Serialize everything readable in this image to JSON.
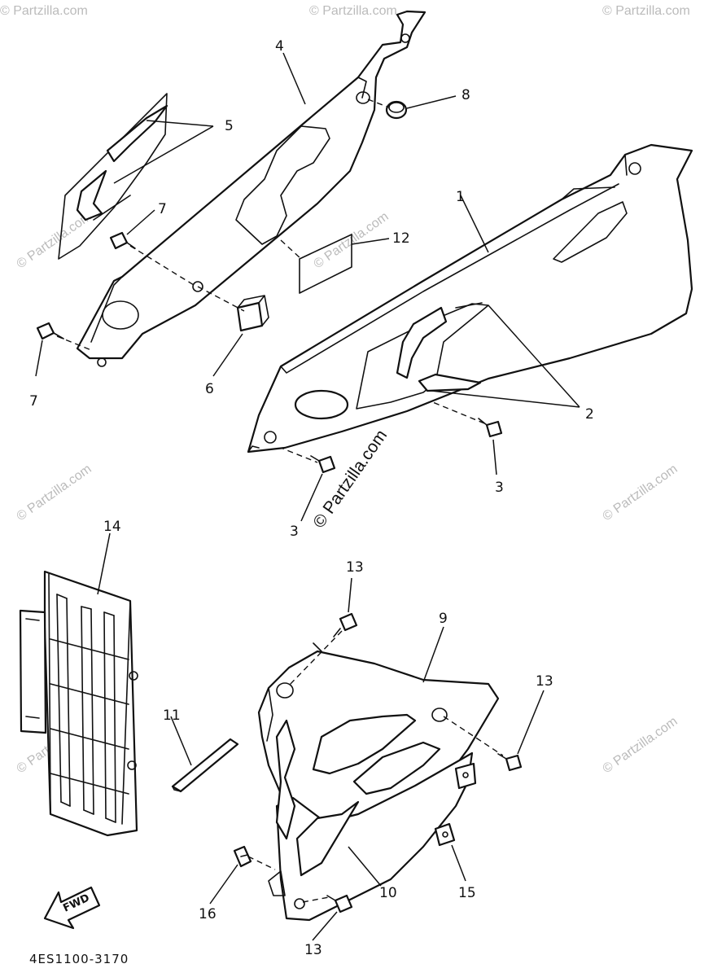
{
  "diagram": {
    "callouts": {
      "c1": "1",
      "c2": "2",
      "c3a": "3",
      "c3b": "3",
      "c4": "4",
      "c5": "5",
      "c6": "6",
      "c7a": "7",
      "c7b": "7",
      "c8": "8",
      "c9": "9",
      "c10": "10",
      "c11": "11",
      "c12": "12",
      "c13a": "13",
      "c13b": "13",
      "c13c": "13",
      "c14": "14",
      "c15": "15",
      "c16": "16"
    },
    "fwd_label": "FWD",
    "diagram_code": "4ES1100-3170",
    "watermark": "© Partzilla.com"
  }
}
